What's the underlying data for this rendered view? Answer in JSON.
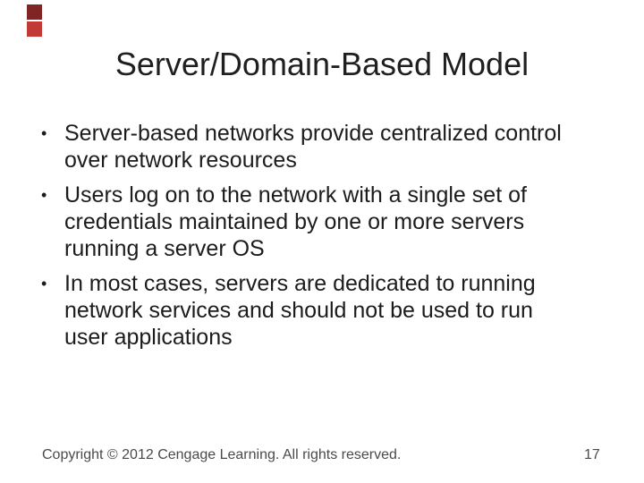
{
  "slide": {
    "title": "Server/Domain-Based Model",
    "bullet_char": "•",
    "bullets": [
      {
        "lines": [
          "Server-based networks provide centralized control",
          "over network resources"
        ]
      },
      {
        "lines": [
          "Users log on to the network with a single set of",
          "credentials maintained by one or more servers",
          "running a server OS"
        ]
      },
      {
        "lines": [
          "In most cases, servers are dedicated to running",
          "network services and should not be used to run",
          "user applications"
        ]
      }
    ],
    "footer": {
      "copyright": "Copyright © 2012 Cengage Learning. All rights reserved.",
      "page_number": "17"
    },
    "decor": {
      "square_top_color": "#802424",
      "square_bottom_color": "#c13a36"
    }
  }
}
